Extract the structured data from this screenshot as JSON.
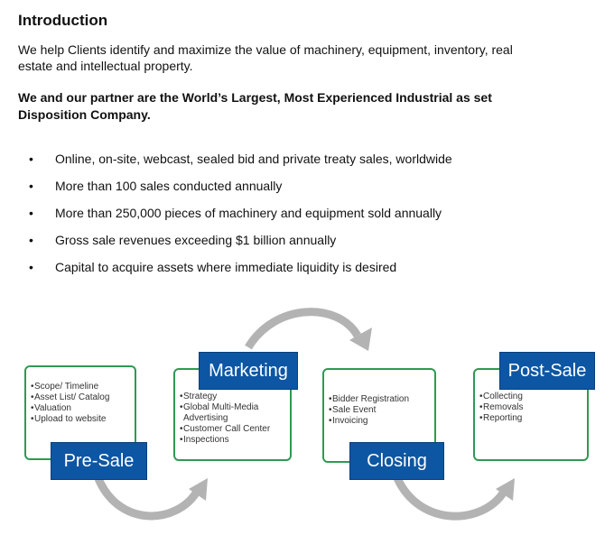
{
  "heading": "Introduction",
  "intro": "We help Clients identify and maximize the value of machinery, equipment, inventory, real estate and intellectual property.",
  "highlight": "We and our partner are the World’s Largest, Most Experienced Industrial as set Disposition Company.",
  "bullet_glyph": "•",
  "bullets": [
    "Online, on-site, webcast, sealed bid and private treaty sales, worldwide",
    "More than 100 sales conducted annually",
    "More than 250,000 pieces of machinery and equipment sold annually",
    "Gross sale revenues exceeding $1 billion annually",
    "Capital to acquire assets where immediate liquidity is desired"
  ],
  "stages": [
    {
      "label": "Pre-Sale",
      "items": [
        "Scope/ Timeline",
        "Asset List/ Catalog",
        "Valuation",
        "Upload to website"
      ]
    },
    {
      "label": "Marketing",
      "items": [
        "Strategy",
        "Global Multi-Media Advertising",
        "Customer Call Center",
        "Inspections"
      ]
    },
    {
      "label": "Closing",
      "items": [
        "Bidder Registration",
        "Sale Event",
        "Invoicing"
      ]
    },
    {
      "label": "Post-Sale",
      "items": [
        "Collecting",
        "Removals",
        "Reporting"
      ]
    }
  ],
  "item_bullet": "•",
  "colors": {
    "box_border": "#2e9a52",
    "label_fill": "#0d56a3",
    "arrow": "#b3b3b3"
  }
}
